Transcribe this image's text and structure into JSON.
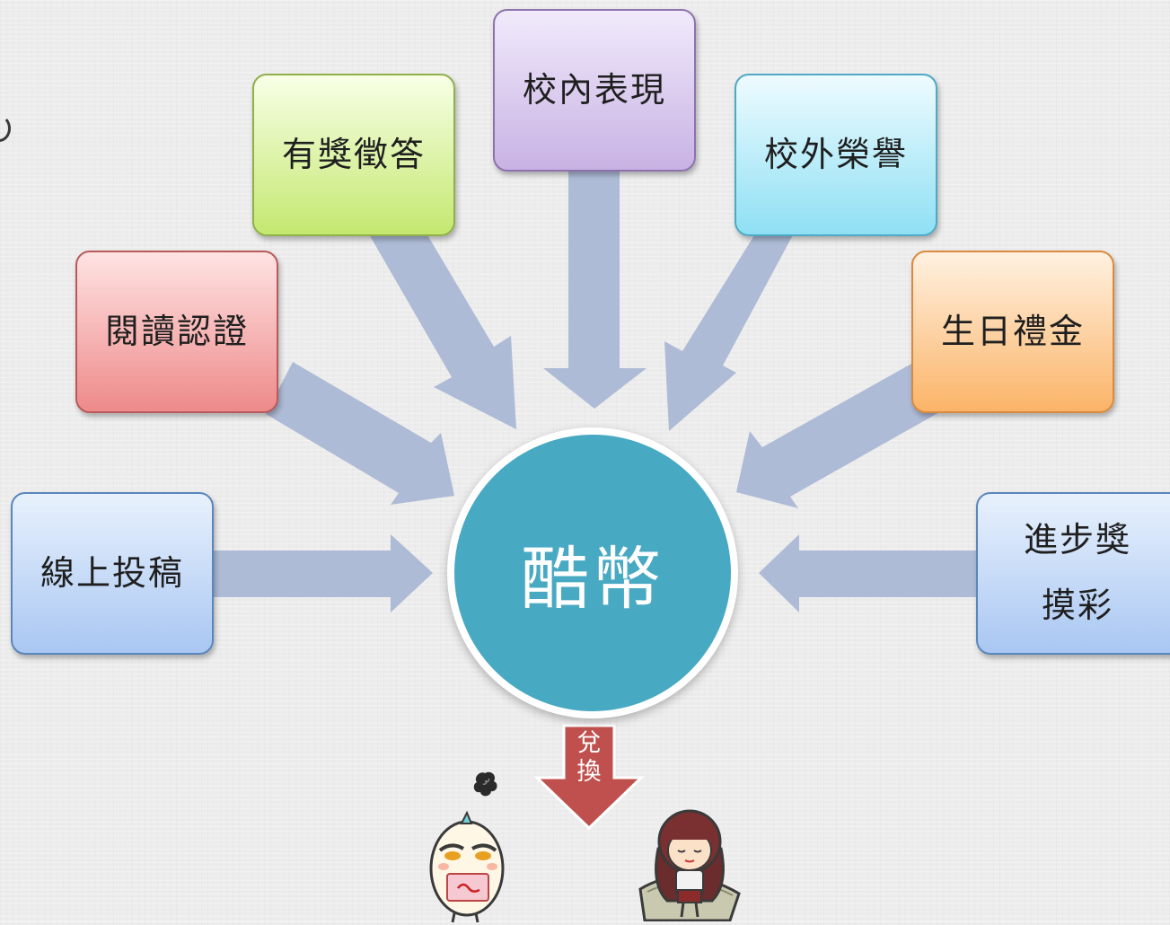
{
  "center": {
    "label": "酷幣"
  },
  "sources": {
    "yuedu": "閱讀認證",
    "youjiang": "有獎徵答",
    "xiaonei": "校內表現",
    "xiaowai": "校外榮譽",
    "shengri": "生日禮金",
    "xianshang": "線上投稿",
    "jinbu": {
      "line1": "進步獎",
      "line2": "摸彩"
    }
  },
  "exchange": {
    "char1": "兌",
    "char2": "換"
  },
  "colors": {
    "arrow": "#aebbd6",
    "center": "#48a9c3",
    "exchange_arrow": "#c0504d"
  }
}
